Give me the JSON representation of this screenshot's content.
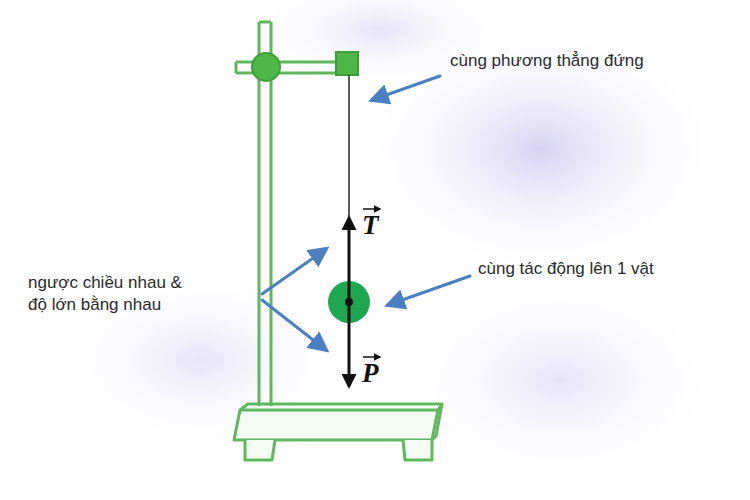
{
  "diagram": {
    "labels": [
      "cùng phương thẳng đứng",
      "T",
      "P",
      "ngược chiều nhau & độ lớn bằng nhau",
      "cùng tác động lên 1 vật"
    ]
  }
}
